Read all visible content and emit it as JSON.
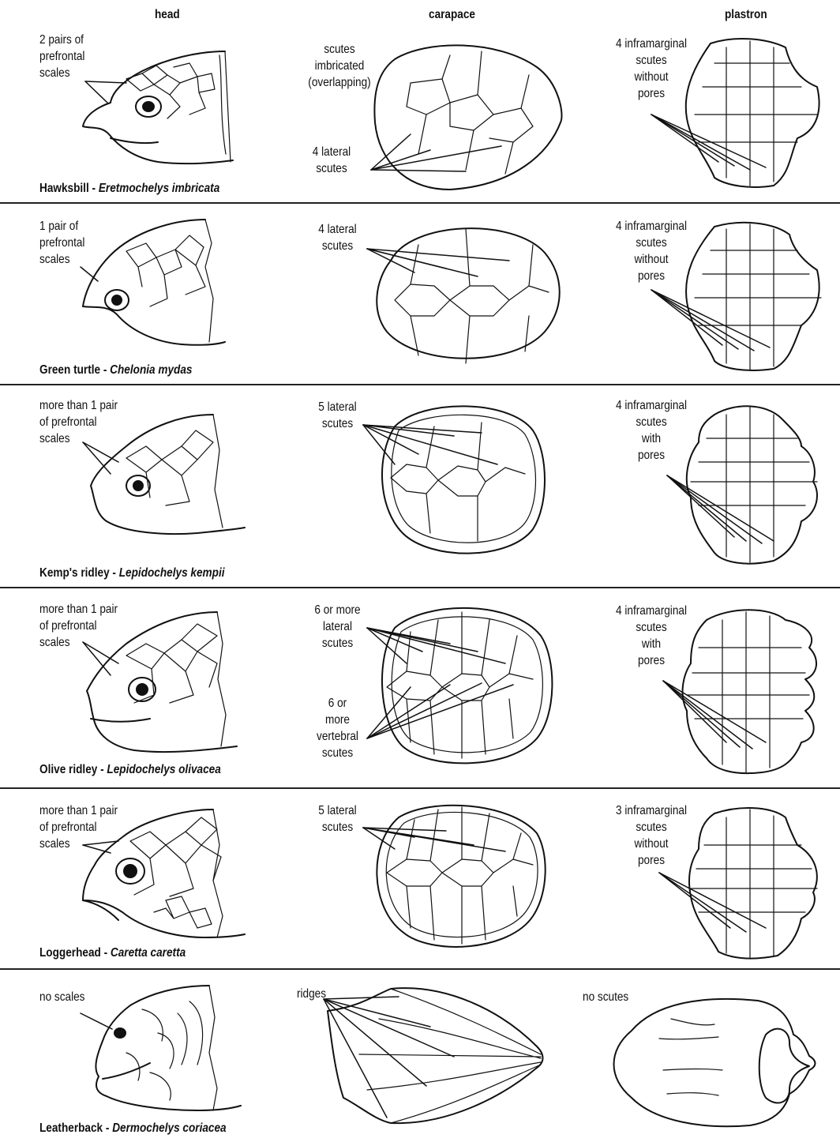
{
  "headers": {
    "head": "head",
    "carapace": "carapace",
    "plastron": "plastron"
  },
  "rows": [
    {
      "common": "Hawksbill",
      "scientific": "Eretmochelys imbricata",
      "head_label": "2 pairs of\nprefrontal\nscales",
      "carapace_label_1": "scutes\nimbricated\n(overlapping)",
      "carapace_label_2": "4 lateral\nscutes",
      "plastron_label": "4 inframarginal\nscutes\nwithout\npores"
    },
    {
      "common": "Green turtle",
      "scientific": "Chelonia mydas",
      "head_label": "1 pair of\nprefrontal\nscales",
      "carapace_label_1": "4 lateral\nscutes",
      "plastron_label": "4 inframarginal\nscutes\nwithout\npores"
    },
    {
      "common": "Kemp's ridley",
      "scientific": "Lepidochelys kempii",
      "head_label": "more than 1 pair\nof prefrontal\nscales",
      "carapace_label_1": "5 lateral\nscutes",
      "plastron_label": "4 inframarginal\nscutes\nwith\npores"
    },
    {
      "common": "Olive ridley",
      "scientific": "Lepidochelys olivacea",
      "head_label": "more than 1 pair\nof prefrontal\nscales",
      "carapace_label_1": "6 or more\nlateral\nscutes",
      "carapace_label_2": "6 or\nmore\nvertebral\nscutes",
      "plastron_label": "4 inframarginal\nscutes\nwith\npores"
    },
    {
      "common": "Loggerhead",
      "scientific": "Caretta caretta",
      "head_label": "more than 1 pair\nof prefrontal\nscales",
      "carapace_label_1": "5 lateral\nscutes",
      "plastron_label": "3 inframarginal\nscutes\nwithout\npores"
    },
    {
      "common": "Leatherback",
      "scientific": "Dermochelys coriacea",
      "head_label": "no scales",
      "carapace_label_1": "ridges",
      "plastron_label": "no scutes"
    }
  ]
}
